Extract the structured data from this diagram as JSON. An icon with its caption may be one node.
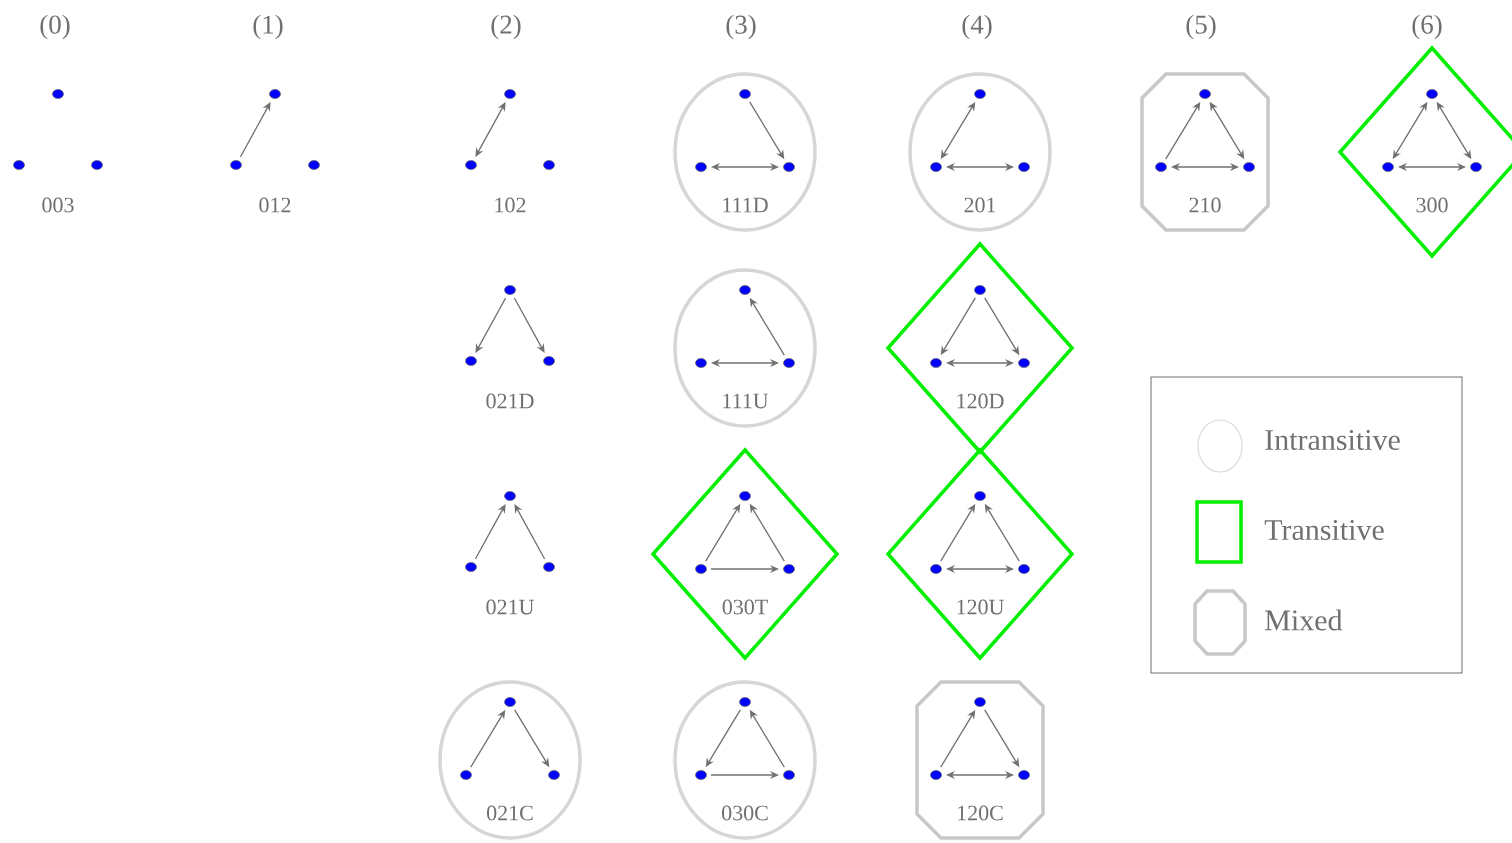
{
  "diagram": {
    "nodes": [
      {
        "text": [
          "003"
        ]
      },
      {
        "text": [],
        "shape": "circle"
      },
      {
        "text": [],
        "shape": "circle"
      },
      {
        "text": [],
        "shape": "circle"
      },
      {
        "text": [
          "012"
        ]
      },
      {
        "text": [],
        "shape": "circle"
      },
      {
        "text": [],
        "shape": "circle"
      },
      {
        "text": [],
        "shape": "circle"
      },
      {
        "text": [
          "102"
        ]
      },
      {
        "text": [],
        "shape": "circle"
      },
      {
        "text": [],
        "shape": "circle"
      },
      {
        "text": [],
        "shape": "circle"
      },
      {
        "text": [
          "111D"
        ]
      },
      {
        "text": [],
        "shape": "circle",
        "in": 12
      },
      {
        "text": [],
        "shape": "circle",
        "in": 12
      },
      {
        "text": [],
        "shape": "circle",
        "in": 12
      },
      {
        "text": [
          "201"
        ]
      },
      {
        "text": [],
        "shape": "circle",
        "in": 16
      },
      {
        "text": [],
        "shape": "circle",
        "in": 16
      },
      {
        "text": [],
        "shape": "circle",
        "in": 16
      },
      {
        "text": [
          "210"
        ]
      },
      {
        "text": [],
        "shape": "circle",
        "in": 20
      },
      {
        "text": [],
        "shape": "circle",
        "in": 20
      },
      {
        "text": [],
        "shape": "circle",
        "in": 20
      },
      {
        "text": [
          "300"
        ]
      },
      {
        "text": [],
        "shape": "circle",
        "in": 24
      },
      {
        "text": [],
        "shape": "circle",
        "in": 24
      },
      {
        "text": [],
        "shape": "circle",
        "in": 24
      },
      {
        "text": [
          "021D"
        ]
      },
      {
        "text": [],
        "shape": "circle"
      },
      {
        "text": [],
        "shape": "circle"
      },
      {
        "text": [],
        "shape": "circle"
      },
      {
        "text": [
          "111U"
        ]
      },
      {
        "text": [],
        "shape": "circle",
        "in": 32
      },
      {
        "text": [],
        "shape": "circle",
        "in": 32
      },
      {
        "text": [],
        "shape": "circle",
        "in": 32
      },
      {
        "text": [
          "120D"
        ]
      },
      {
        "text": [],
        "shape": "circle",
        "in": 36
      },
      {
        "text": [],
        "shape": "circle",
        "in": 36
      },
      {
        "text": [],
        "shape": "circle",
        "in": 36
      },
      {
        "text": [
          "021U"
        ]
      },
      {
        "text": [],
        "shape": "circle"
      },
      {
        "text": [],
        "shape": "circle"
      },
      {
        "text": [],
        "shape": "circle"
      },
      {
        "text": [
          "030T"
        ]
      },
      {
        "text": [],
        "shape": "circle",
        "in": 44
      },
      {
        "text": [],
        "shape": "circle",
        "in": 44
      },
      {
        "text": [],
        "shape": "circle",
        "in": 44
      },
      {
        "text": [
          "120U"
        ]
      },
      {
        "text": [],
        "shape": "circle",
        "in": 48
      },
      {
        "text": [],
        "shape": "circle",
        "in": 48
      },
      {
        "text": [],
        "shape": "circle",
        "in": 48
      },
      {
        "text": [
          "021C"
        ]
      },
      {
        "text": [],
        "shape": "circle",
        "in": 52
      },
      {
        "text": [],
        "shape": "circle",
        "in": 52
      },
      {
        "text": [],
        "shape": "circle",
        "in": 52
      },
      {
        "text": [
          "030C"
        ]
      },
      {
        "text": [],
        "shape": "circle",
        "in": 56
      },
      {
        "text": [],
        "shape": "circle",
        "in": 56
      },
      {
        "text": [],
        "shape": "circle",
        "in": 56
      },
      {
        "text": [
          "120C"
        ]
      },
      {
        "text": [],
        "shape": "circle",
        "in": 60
      },
      {
        "text": [],
        "shape": "circle",
        "in": 60
      },
      {
        "text": [],
        "shape": "circle",
        "in": 60
      }
    ],
    "edges": [
      {
        "from": 6,
        "to": 5,
        "arrow": "to"
      },
      {
        "from": 10,
        "to": 9,
        "arrow": "both"
      },
      {
        "from": 13,
        "to": 15,
        "arrow": "to"
      },
      {
        "from": 14,
        "to": 15,
        "arrow": "both"
      },
      {
        "from": 17,
        "to": 18,
        "arrow": "both"
      },
      {
        "from": 18,
        "to": 19,
        "arrow": "both"
      },
      {
        "from": 22,
        "to": 21,
        "arrow": "to"
      },
      {
        "from": 21,
        "to": 23,
        "arrow": "both"
      },
      {
        "from": 22,
        "to": 23,
        "arrow": "both"
      },
      {
        "from": 25,
        "to": 26,
        "arrow": "both"
      },
      {
        "from": 25,
        "to": 27,
        "arrow": "both"
      },
      {
        "from": 26,
        "to": 27,
        "arrow": "both"
      },
      {
        "from": 29,
        "to": 30,
        "arrow": "to"
      },
      {
        "from": 29,
        "to": 31,
        "arrow": "to"
      },
      {
        "from": 35,
        "to": 33,
        "arrow": "to"
      },
      {
        "from": 34,
        "to": 35,
        "arrow": "both"
      },
      {
        "from": 37,
        "to": 38,
        "arrow": "to"
      },
      {
        "from": 37,
        "to": 39,
        "arrow": "to"
      },
      {
        "from": 38,
        "to": 39,
        "arrow": "both"
      },
      {
        "from": 42,
        "to": 41,
        "arrow": "to"
      },
      {
        "from": 43,
        "to": 41,
        "arrow": "to"
      },
      {
        "from": 46,
        "to": 45,
        "arrow": "to"
      },
      {
        "from": 47,
        "to": 45,
        "arrow": "to"
      },
      {
        "from": 46,
        "to": 47,
        "arrow": "to"
      },
      {
        "from": 50,
        "to": 49,
        "arrow": "to"
      },
      {
        "from": 51,
        "to": 49,
        "arrow": "to"
      },
      {
        "from": 50,
        "to": 51,
        "arrow": "both"
      },
      {
        "from": 54,
        "to": 53,
        "arrow": "to"
      },
      {
        "from": 53,
        "to": 55,
        "arrow": "to"
      },
      {
        "from": 57,
        "to": 58,
        "arrow": "to"
      },
      {
        "from": 59,
        "to": 57,
        "arrow": "to"
      },
      {
        "from": 58,
        "to": 59,
        "arrow": "to"
      },
      {
        "from": 62,
        "to": 61,
        "arrow": "to"
      },
      {
        "from": 61,
        "to": 63,
        "arrow": "to"
      },
      {
        "from": 62,
        "to": 63,
        "arrow": "both"
      }
    ],
    "labels": [
      "(0)",
      "(1)",
      "(2)",
      "(3)",
      "(4)",
      "(5)",
      "(6)"
    ],
    "legend": [
      {
        "text": "Intransitive"
      },
      {
        "text": "Transitive"
      },
      {
        "text": "Mixed"
      }
    ]
  }
}
